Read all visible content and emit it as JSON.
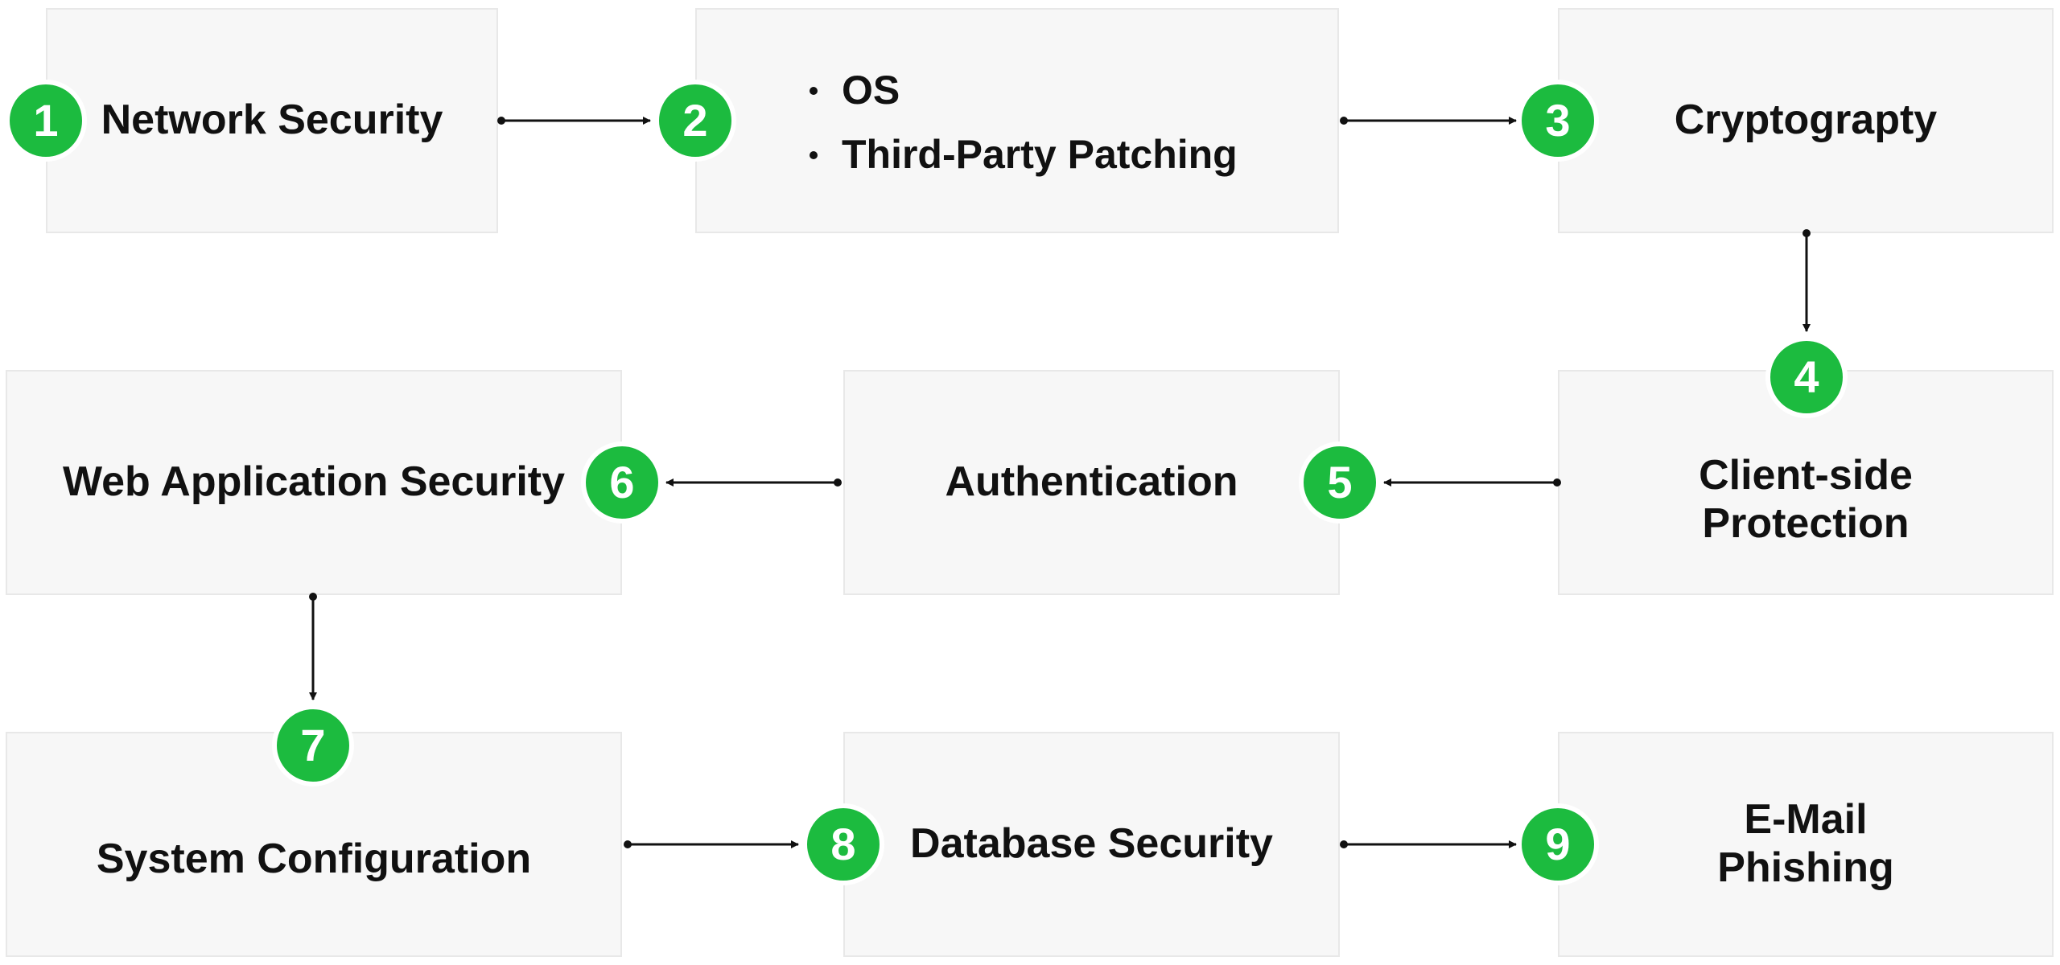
{
  "steps": [
    {
      "number": "1",
      "label": "Network Security"
    },
    {
      "number": "2",
      "bullets": [
        "OS",
        "Third-Party Patching"
      ]
    },
    {
      "number": "3",
      "label": "Cryptograpty"
    },
    {
      "number": "4",
      "label": "Client-side\nProtection"
    },
    {
      "number": "5",
      "label": "Authentication"
    },
    {
      "number": "6",
      "label": "Web Application Security"
    },
    {
      "number": "7",
      "label": "System Configuration"
    },
    {
      "number": "8",
      "label": "Database Security"
    },
    {
      "number": "9",
      "label": "E-Mail\nPhishing"
    }
  ],
  "colors": {
    "badge": "#1cbb3f",
    "box_fill": "#f7f7f7",
    "arrow": "#111111"
  }
}
